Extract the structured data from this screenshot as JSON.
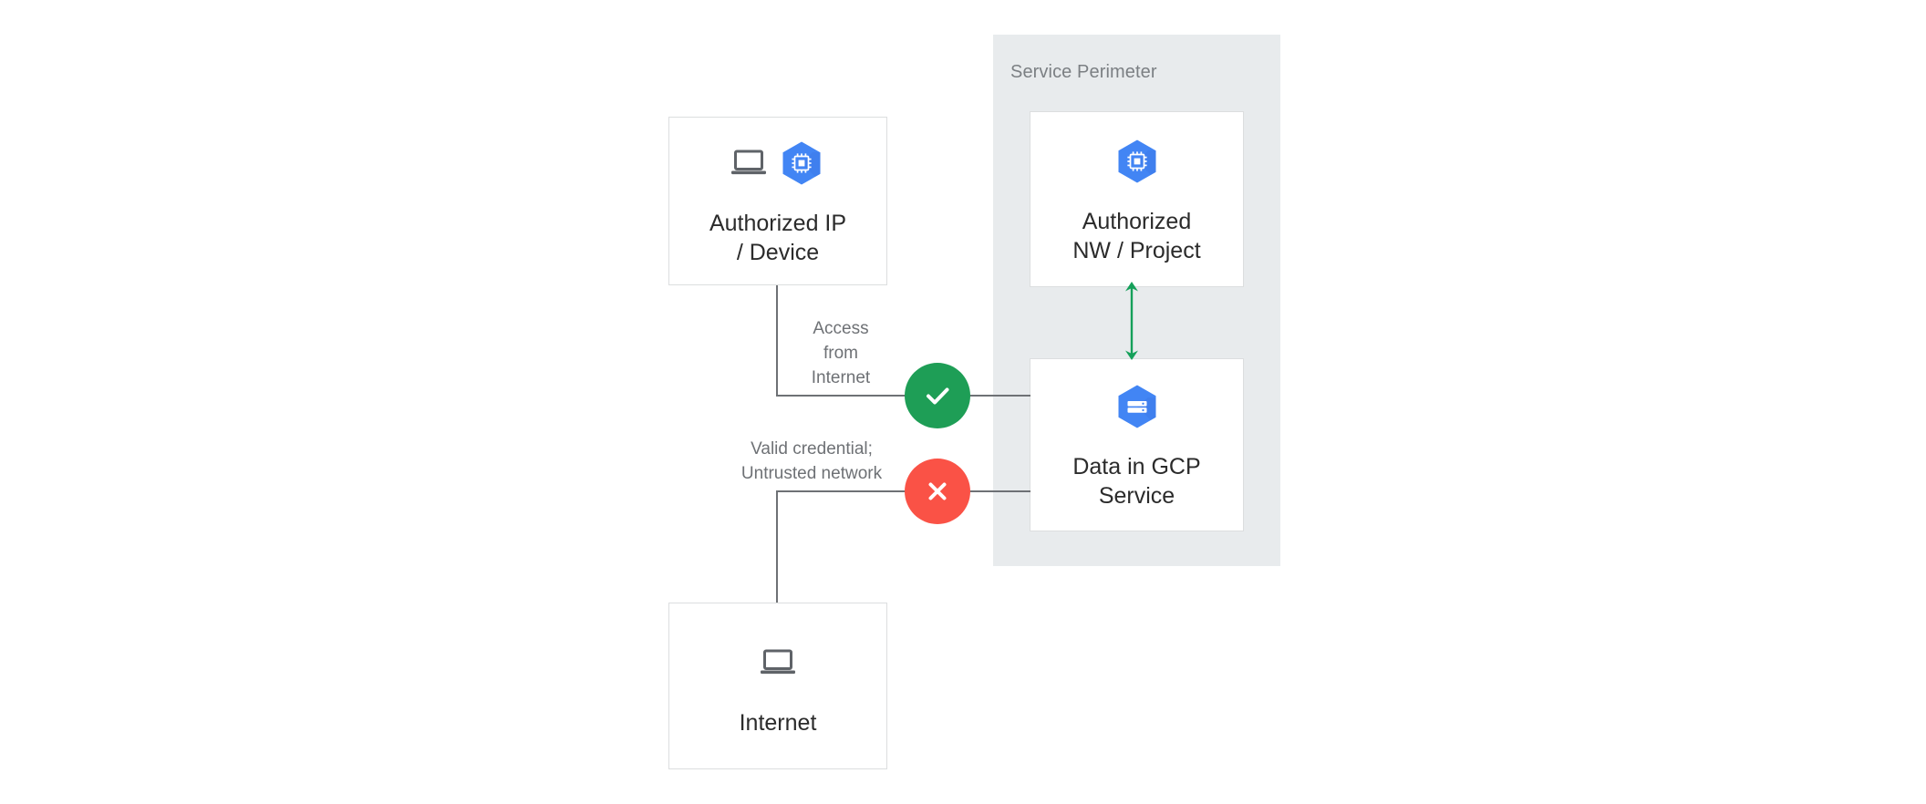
{
  "diagram": {
    "perimeter": {
      "label": "Service Perimeter",
      "background_color": "#e8ebed",
      "label_color": "#7b7f83"
    },
    "nodes": [
      {
        "id": "authorized-ip-device",
        "label": "Authorized IP\n/ Device",
        "icons": [
          "laptop-icon",
          "gcp-compute-hexagon-icon"
        ],
        "inside_perimeter": false
      },
      {
        "id": "authorized-nw-project",
        "label": "Authorized\nNW / Project",
        "icons": [
          "gcp-compute-hexagon-icon"
        ],
        "inside_perimeter": true
      },
      {
        "id": "data-in-gcp-service",
        "label": "Data in GCP\nService",
        "icons": [
          "gcp-storage-hexagon-icon"
        ],
        "inside_perimeter": true
      },
      {
        "id": "internet",
        "label": "Internet",
        "icons": [
          "laptop-icon"
        ],
        "inside_perimeter": false
      }
    ],
    "edges": [
      {
        "id": "allowed-access",
        "from": "authorized-ip-device",
        "to": "data-in-gcp-service",
        "label": "Access\nfrom\nInternet",
        "badge": "check-icon",
        "badge_color": "#1e9e56",
        "status": "allowed"
      },
      {
        "id": "denied-access",
        "from": "internet",
        "to": "data-in-gcp-service",
        "label": "Valid credential;\nUntrusted network",
        "badge": "close-icon",
        "badge_color": "#fa5246",
        "status": "denied"
      },
      {
        "id": "internal-link",
        "from": "authorized-nw-project",
        "to": "data-in-gcp-service",
        "label": "",
        "arrow": "double-headed-vertical-arrow-icon",
        "arrow_color": "#15a05a",
        "status": "allowed"
      }
    ],
    "colors": {
      "gcp_blue": "#4285f4",
      "gcp_blue_shadow": "#3b78e7",
      "line": "#6e7175",
      "box_border": "#dcdedf",
      "text": "#2b2b2b",
      "muted_text": "#6e7175"
    }
  }
}
